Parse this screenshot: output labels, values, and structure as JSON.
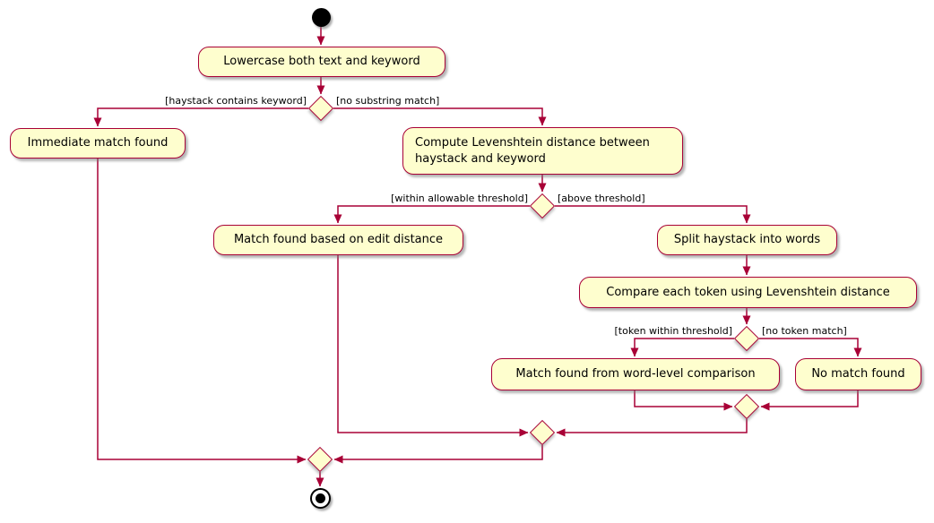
{
  "diagram": {
    "type": "activity-flowchart",
    "colors": {
      "background": "#ffffff",
      "node_fill": "#fefece",
      "border": "#a80036",
      "text": "#000000"
    },
    "nodes": {
      "lowercase": "Lowercase both text and keyword",
      "immediate_match": "Immediate match found",
      "compute_levenshtein": "Compute Levenshtein distance between haystack and keyword",
      "match_edit_distance": "Match found based on edit distance",
      "split_words": "Split haystack into words",
      "compare_tokens": "Compare each token using Levenshtein distance",
      "match_word_level": "Match found from word-level comparison",
      "no_match": "No match found"
    },
    "edge_labels": {
      "haystack_contains": "[haystack contains keyword]",
      "no_substring": "[no substring match]",
      "within_threshold": "[within allowable threshold]",
      "above_threshold": "[above threshold]",
      "token_within": "[token within threshold]",
      "no_token_match": "[no token match]"
    }
  }
}
